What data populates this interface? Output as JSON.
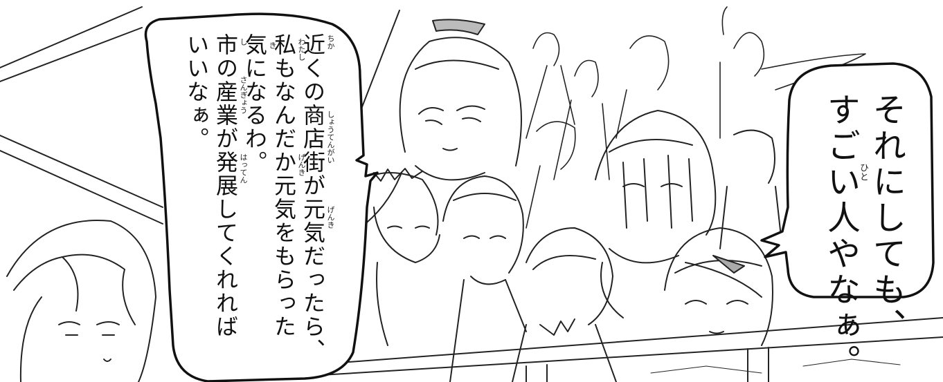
{
  "bubble_left": {
    "lines": [
      "近くの商店街が元気だったら、",
      "私もなんだか元気をもらった",
      "気になるわ。",
      "市の産業が発展してくれれば",
      "いいなぁ。"
    ],
    "furigana": {
      "chika": "ちか",
      "shoutengai": "しょうてんがい",
      "genki_1": "げんき",
      "watashi": "わたし",
      "genki_2": "げんき",
      "ki": "き",
      "shi": "し",
      "sangyou": "さんぎょう",
      "hatten": "はってん"
    }
  },
  "bubble_right": {
    "lines": [
      "それにしても、",
      "すごい人やなぁ。"
    ],
    "furigana": {
      "hito": "ひと"
    }
  }
}
